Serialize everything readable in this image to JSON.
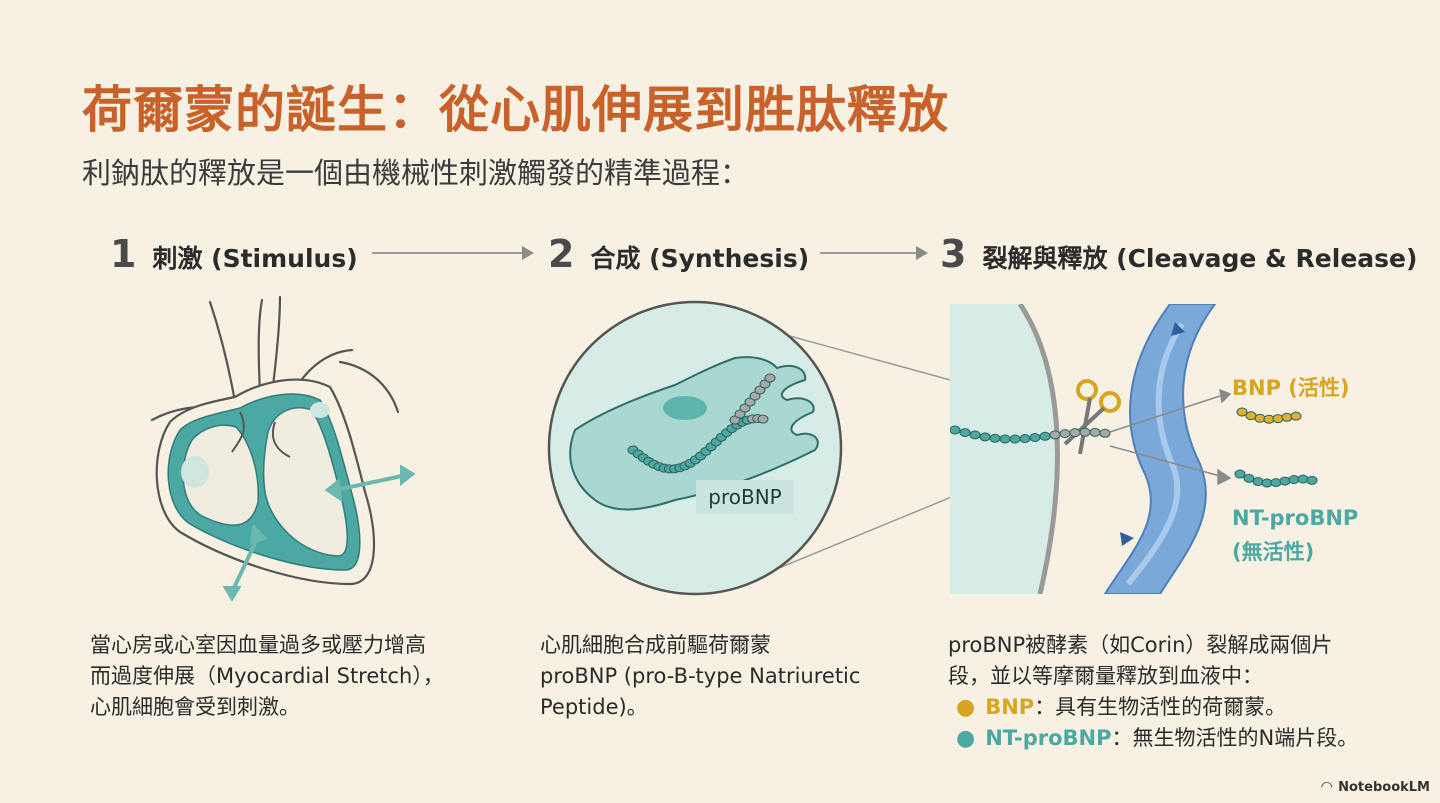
{
  "title": "荷爾蒙的誕生：從心肌伸展到胜肽釋放",
  "subtitle": "利鈉肽的釋放是一個由機械性刺激觸發的精準過程：",
  "steps": [
    {
      "num": "1",
      "label": "刺激 (Stimulus)"
    },
    {
      "num": "2",
      "label": "合成 (Synthesis)"
    },
    {
      "num": "3",
      "label": "裂解與釋放 (Cleavage & Release)"
    }
  ],
  "step1": {
    "lines": [
      "當心房或心室因血量過多或壓力增高",
      "而過度伸展（Myocardial Stretch），",
      "心肌細胞會受到刺激。"
    ]
  },
  "step2": {
    "lines": [
      "心肌細胞合成前驅荷爾蒙",
      "proBNP (pro-B-type Natriuretic",
      "Peptide)。"
    ],
    "cell_label": "proBNP"
  },
  "step3": {
    "lines": [
      "proBNP被酵素（如Corin）裂解成兩個片",
      "段，並以等摩爾量釋放到血液中："
    ],
    "bullet1_term": "BNP",
    "bullet1_text": "：具有生物活性的荷爾蒙。",
    "bullet2_term": "NT-proBNP",
    "bullet2_text": "：無生物活性的N端片段。",
    "bnp_label": "BNP (活性)",
    "ntprobnp_label_1": "NT-proBNP",
    "ntprobnp_label_2": "(無活性)"
  },
  "brand": "NotebookLM",
  "colors": {
    "title": "#c9622a",
    "teal": "#4ba8a3",
    "gold": "#d9a520",
    "blood": "#7aa8d8"
  }
}
